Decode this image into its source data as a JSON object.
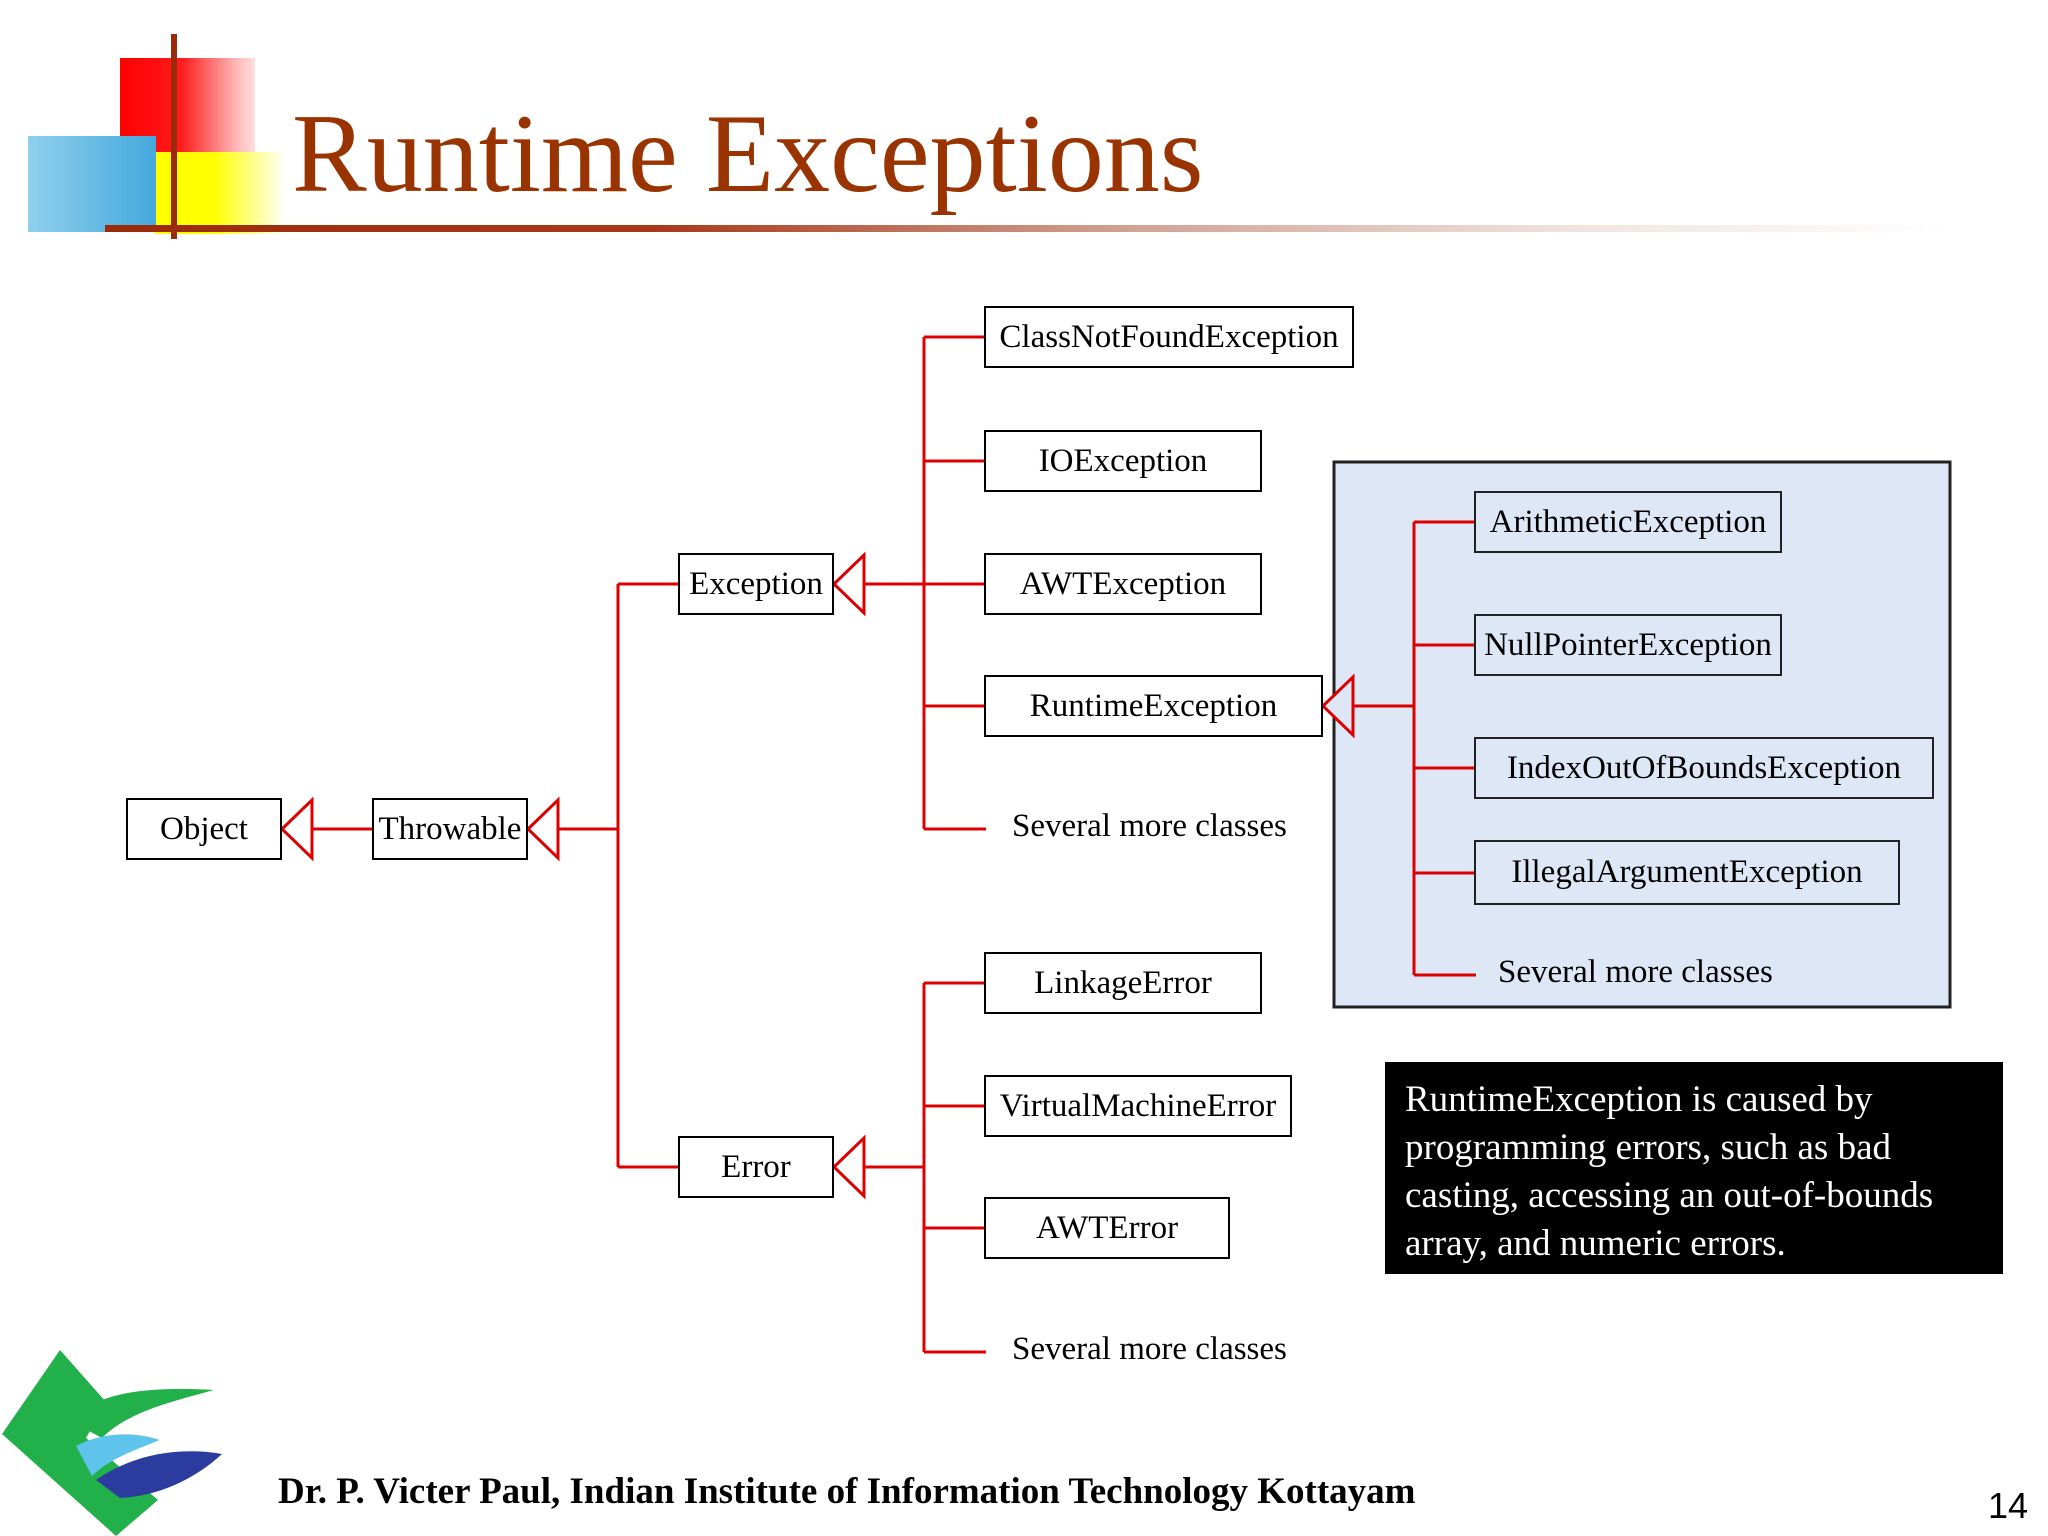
{
  "slide": {
    "title": "Runtime Exceptions",
    "footer": "Dr. P. Victer Paul, Indian Institute of Information Technology Kottayam",
    "page_number": "14"
  },
  "diagram": {
    "root": "Object",
    "throwable": "Throwable",
    "exception": "Exception",
    "error": "Error",
    "exception_children": [
      "ClassNotFoundException",
      "IOException",
      "AWTException",
      "RuntimeException",
      "Several more classes"
    ],
    "error_children": [
      "LinkageError",
      "VirtualMachineError",
      "AWTError",
      "Several more classes"
    ],
    "runtime_children": [
      "ArithmeticException",
      "NullPointerException",
      "IndexOutOfBoundsException",
      "IllegalArgumentException",
      "Several more classes"
    ]
  },
  "note": "RuntimeException is caused by programming errors, such as bad casting, accessing an out-of-bounds array, and numeric errors.",
  "colors": {
    "title": "#993300",
    "connector": "#dd0000",
    "highlight_panel": "#dde7f5",
    "note_background": "#000000"
  }
}
